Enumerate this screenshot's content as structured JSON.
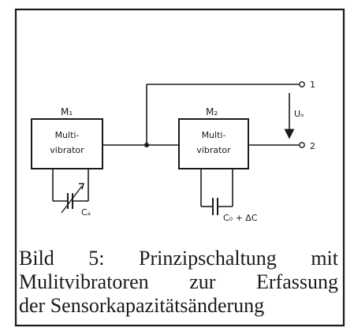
{
  "diagram": {
    "block_m1": {
      "label": "M₁",
      "text_line1": "Multi-",
      "text_line2": "vibrator"
    },
    "block_m2": {
      "label": "M₂",
      "text_line1": "Multi-",
      "text_line2": "vibrator"
    },
    "terminal_1": "1",
    "terminal_2": "2",
    "voltage_label": "Uₒ",
    "cap_variable_label": "Cₐ",
    "cap_m2_label": "C₀ + ΔC"
  },
  "caption": {
    "line1": "Bild 5: Prinzipschaltung mit",
    "line2": "Mulitvibratoren zur Erfassung",
    "line3": "der Sensorkapazitätsänderung"
  }
}
